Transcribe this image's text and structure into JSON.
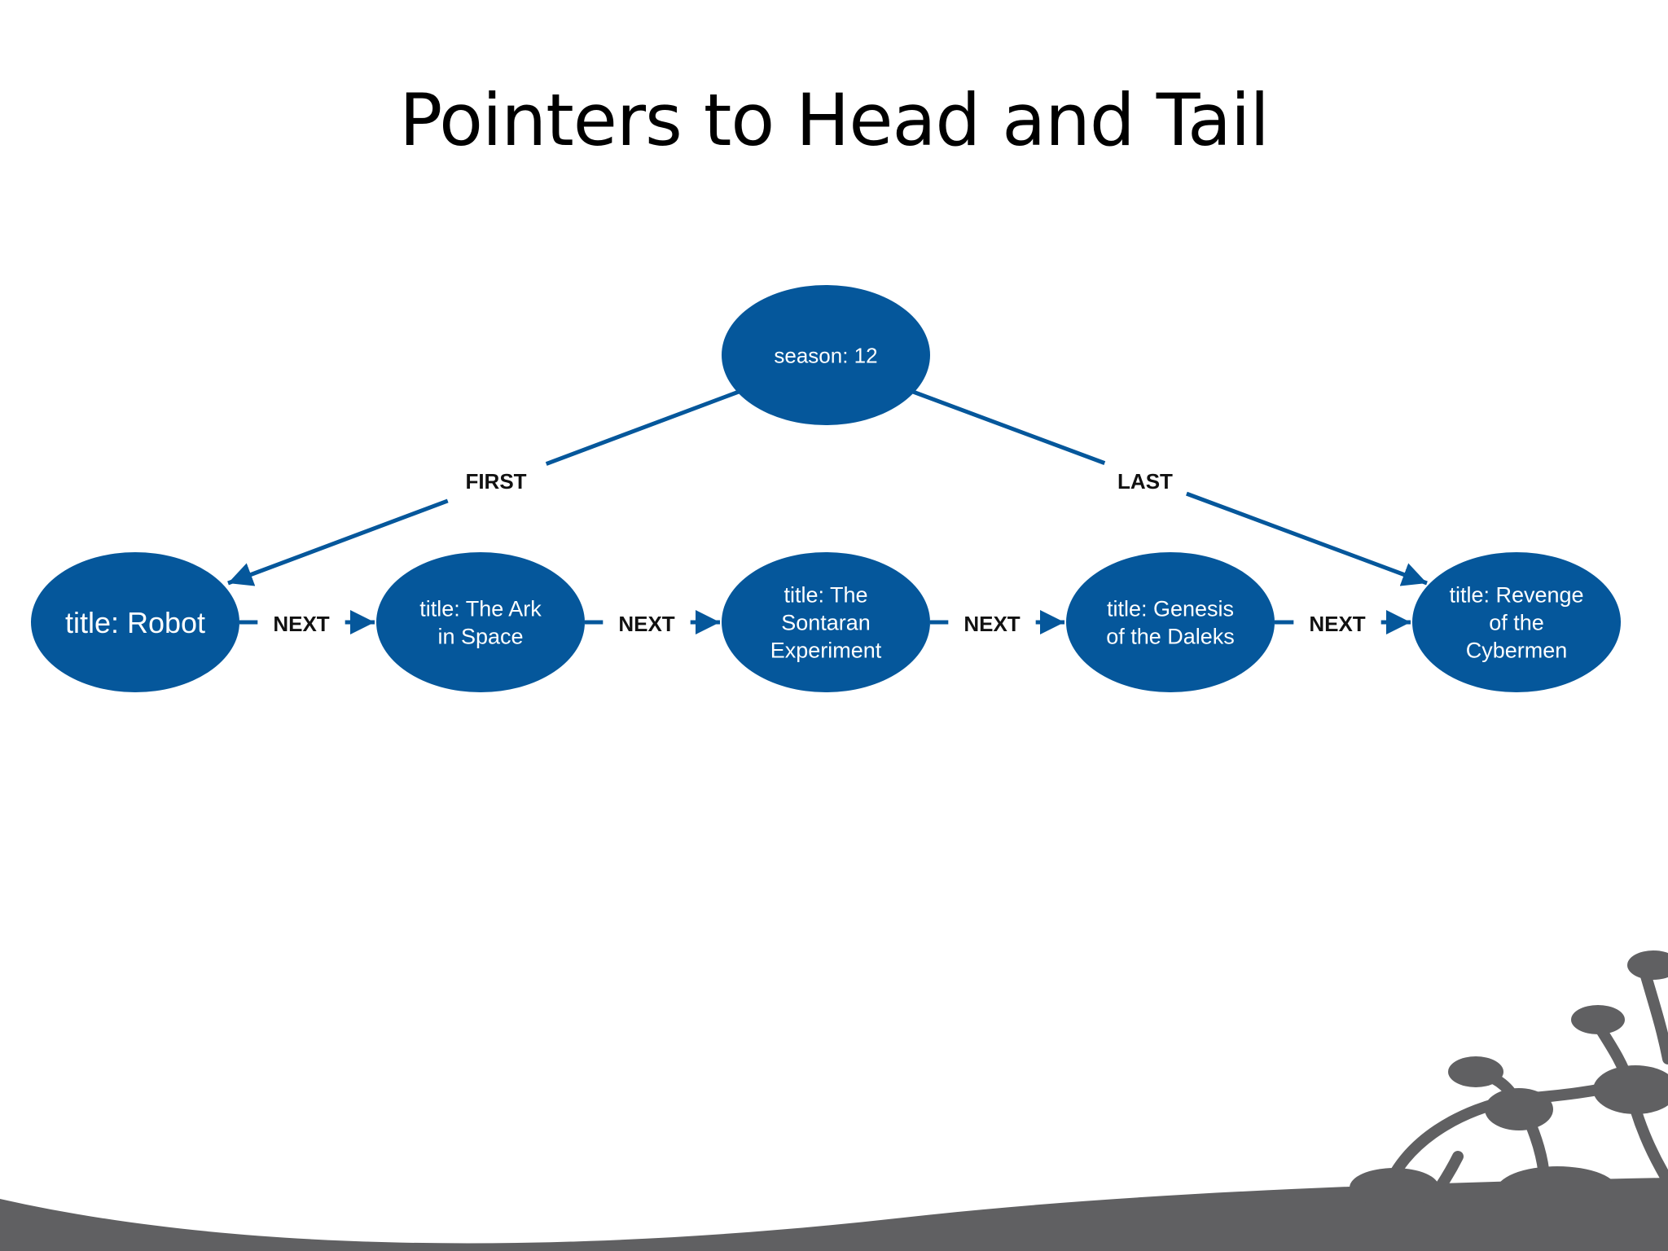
{
  "slide": {
    "title": "Pointers to Head and Tail"
  },
  "colors": {
    "node_fill": "#05579b",
    "edge": "#05579b",
    "node_text": "#ffffff",
    "edge_text": "#111111",
    "decoration": "#606062"
  },
  "diagram": {
    "nodes": [
      {
        "id": "season",
        "lines": [
          "season: 12"
        ]
      },
      {
        "id": "robot",
        "lines": [
          "title: Robot"
        ]
      },
      {
        "id": "ark",
        "lines": [
          "title: The Ark",
          "in Space"
        ]
      },
      {
        "id": "sontaran",
        "lines": [
          "title: The",
          "Sontaran",
          "Experiment"
        ]
      },
      {
        "id": "genesis",
        "lines": [
          "title: Genesis",
          "of the Daleks"
        ]
      },
      {
        "id": "revenge",
        "lines": [
          "title: Revenge",
          "of the",
          "Cybermen"
        ]
      }
    ],
    "edges": [
      {
        "from": "season",
        "to": "robot",
        "label": "FIRST"
      },
      {
        "from": "season",
        "to": "revenge",
        "label": "LAST"
      },
      {
        "from": "robot",
        "to": "ark",
        "label": "NEXT"
      },
      {
        "from": "ark",
        "to": "sontaran",
        "label": "NEXT"
      },
      {
        "from": "sontaran",
        "to": "genesis",
        "label": "NEXT"
      },
      {
        "from": "genesis",
        "to": "revenge",
        "label": "NEXT"
      }
    ]
  },
  "decoration": {
    "icon": "organic-branch-motif"
  }
}
